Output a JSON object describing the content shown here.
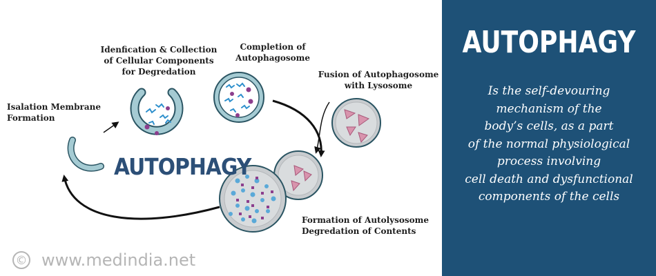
{
  "diagram": {
    "title": "AUTOPHAGY",
    "stages": [
      {
        "id": "isolation",
        "label": "Isalation Membrane\nFormation"
      },
      {
        "id": "identification",
        "label": "Idenfication & Collection\nof Cellular Components\nfor Degredation"
      },
      {
        "id": "completion",
        "label": "Completion of\nAutophagosome"
      },
      {
        "id": "fusion",
        "label": "Fusion of Autophagosome\nwith Lysosome"
      },
      {
        "id": "autolysosome",
        "label": "Formation of Autolysosome\nDegredation of Contents"
      }
    ],
    "colors": {
      "membrane": "#a5cbd3",
      "membrane_border": "#2a5462",
      "strand": "#2d8fcc",
      "dot": "#8c3e8d",
      "lysosome_fill": "#c9cccf",
      "triangle": "#d894ad",
      "arrow": "#111111"
    }
  },
  "footer": {
    "copyright_symbol": "©",
    "site": "www.medindia.net"
  },
  "panel": {
    "title": "AUTOPHAGY",
    "description_lines": [
      "Is the self-devouring",
      "mechanism of the",
      "body’s cells, as a part",
      "of the normal physiological",
      "process involving",
      "cell death and dysfunctional",
      "components of the cells"
    ],
    "background": "#1e5177"
  }
}
